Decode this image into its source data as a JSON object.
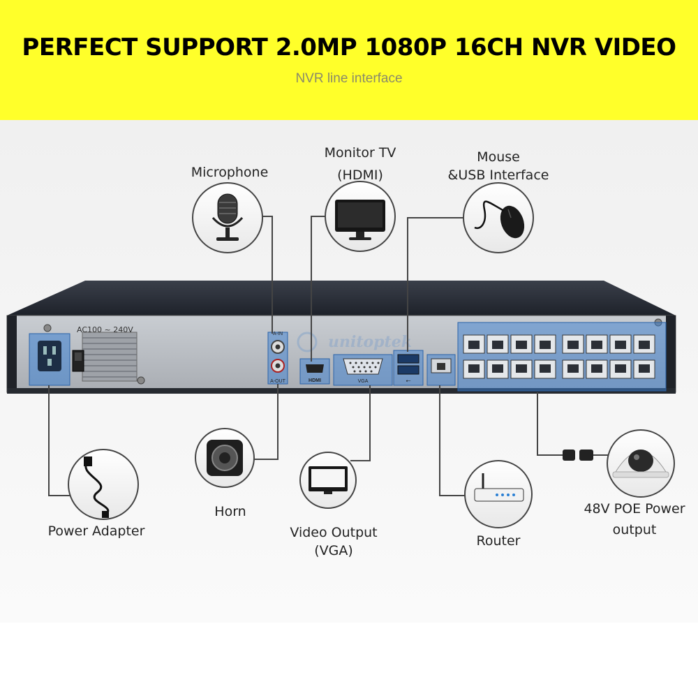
{
  "header": {
    "title": "PERFECT SUPPORT 2.0MP 1080P 16CH NVR VIDEO",
    "subtitle": "NVR line interface"
  },
  "device": {
    "power_rating": "AC100 ~ 240V",
    "brand_watermark": "unitoptek",
    "port_labels": {
      "audio_in": "A-IN",
      "audio_out": "A-OUT",
      "hdmi": "HDMI",
      "vga": "VGA"
    }
  },
  "callouts": {
    "microphone": {
      "label": "Microphone",
      "icon": "microphone-icon"
    },
    "monitor": {
      "label_line1": "Monitor TV",
      "label_line2": "(HDMI)",
      "icon": "monitor-icon"
    },
    "mouse": {
      "label_line1": "Mouse",
      "label_line2": "&USB Interface",
      "icon": "mouse-icon"
    },
    "power": {
      "label": "Power Adapter",
      "icon": "power-cable-icon"
    },
    "horn": {
      "label": "Horn",
      "icon": "speaker-icon"
    },
    "vga": {
      "label_line1": "Video Output",
      "label_line2": "(VGA)",
      "icon": "vga-monitor-icon"
    },
    "router": {
      "label": "Router",
      "icon": "router-icon"
    },
    "poe": {
      "label_line1": "48V POE Power",
      "label_line2": "output",
      "icon": "dome-camera-icon"
    }
  },
  "colors": {
    "banner": "#ffff2a",
    "highlight": "#3b7fd1"
  }
}
